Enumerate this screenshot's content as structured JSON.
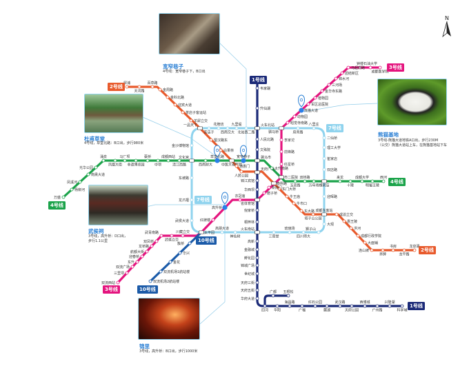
{
  "compass": {
    "north": "N"
  },
  "lines": {
    "l1": {
      "label": "1号线",
      "color": "#1b2a78",
      "stations": [
        "韦家碾",
        "升仙湖",
        "火车北站",
        "人民北路",
        "文殊院",
        "骡马市",
        "天府广场",
        "锦江宾馆",
        "华西坝",
        "省体育馆",
        "倪家桥",
        "桐梓林",
        "火车南站",
        "高新",
        "金融城",
        "孵化园",
        "锦城广场",
        "世纪城",
        "天府三街",
        "天府五街",
        "华府大道",
        "四河",
        "华阳",
        "海昌路",
        "广福",
        "红石公园",
        "麓湖",
        "武汉路",
        "天府公园",
        "西博城",
        "广州路",
        "兴隆湖",
        "科学城",
        "广都",
        "五根松"
      ]
    },
    "l2": {
      "label": "2号线",
      "color": "#e85a2c",
      "stations": [
        "犀浦",
        "天河路",
        "百草路",
        "金周路",
        "金科北路",
        "迎宾大道",
        "茶店子客运站",
        "羊犀立交",
        "一品天下",
        "蜀汉路东",
        "白果林",
        "中医大省医院",
        "通惠门",
        "人民公园",
        "天府广场",
        "春熙路",
        "东门大桥",
        "牛王庙",
        "牛市口",
        "东大路",
        "塔子山公园",
        "成都东客站",
        "成渝立交",
        "惠王陵",
        "洪河",
        "成都行政学院",
        "大面铺",
        "连山坡",
        "界牌",
        "书房",
        "龙平路",
        "龙泉驿"
      ]
    },
    "l3": {
      "label": "3号线",
      "color": "#e4147e",
      "stations": [
        "成都医学院",
        "石油大学",
        "钟楼",
        "马超西路",
        "团结新区",
        "锦水河",
        "三河场",
        "金华寺东路",
        "植物园",
        "军区总医院",
        "熊猫大道",
        "动物园",
        "昭觉寺南路",
        "驷马桥",
        "李家沱",
        "前锋路",
        "红星桥",
        "市二医院",
        "春熙路",
        "新南门",
        "磨子桥",
        "省体育馆",
        "衣冠庙",
        "高升桥",
        "红牌楼",
        "太平园",
        "川藏立交",
        "武侯立交",
        "武青南路",
        "双凤桥",
        "龙桥路",
        "航都大街",
        "迎春桥",
        "东升",
        "双流广场",
        "三里坝",
        "双流西站"
      ]
    },
    "l4": {
      "label": "4号线",
      "color": "#1ba34a",
      "stations": [
        "万盛",
        "杨柳河",
        "凤溪河",
        "南熏大道",
        "光华公园",
        "涌泉",
        "凤凰大街",
        "马厂坝",
        "非遗博览园",
        "蔡桥",
        "中坝",
        "成都西站",
        "清江西路",
        "文化宫",
        "西南财大",
        "草堂北路",
        "中医大省医院",
        "宽窄巷子",
        "骡马市",
        "太升南路",
        "市二医院",
        "玉双路",
        "双桥路",
        "万年场",
        "槐树店",
        "来龙",
        "十陵",
        "成都大学",
        "明蜀王陵",
        "西河"
      ]
    },
    "l7": {
      "label": "7号线",
      "color": "#8fd3ee",
      "stations": [
        "一品天下",
        "茶店子",
        "花牌坊",
        "西南交大",
        "九里堤",
        "北站西二路",
        "火车北站",
        "驷马桥",
        "府青路",
        "八里庄",
        "二仙桥",
        "理工大学",
        "崔家店",
        "双店路",
        "槐树店",
        "迎晖路",
        "成都东客站",
        "大观",
        "狮子山",
        "四川师大",
        "琉璃场",
        "三官堂",
        "火车南站",
        "神仙树",
        "高朋大道",
        "太平园",
        "武侯大道",
        "龙爪堰",
        "东坡路",
        "文化宫",
        "金沙博物馆"
      ]
    },
    "l10": {
      "label": "10号线",
      "color": "#1a5aa8",
      "stations": [
        "太平园",
        "簇桥",
        "华兴",
        "金花",
        "双流机场1航站楼",
        "双流机场2航站楼"
      ]
    }
  },
  "attractions": {
    "kuanzhai": {
      "title": "宽窄巷子",
      "desc": [
        "4号线：宽窄巷子下，B口出"
      ]
    },
    "dufu": {
      "title": "杜甫草堂",
      "desc": [
        "4号线，草堂北路：B口出，步行980米"
      ]
    },
    "panda": {
      "title": "熊猫基地",
      "desc": [
        "3号线-熊猫大道地铁A口出，步行230M",
        "（公交）熊猫大道站上车，在熊猫基地站下车"
      ]
    },
    "wuhou": {
      "title": "武侯祠",
      "desc": [
        "3号线，高升桥：D口出，",
        "步行1.1公里"
      ]
    },
    "jinli": {
      "title": "锦里",
      "desc": [
        "3号线，高升桥：B口出，步行1000米"
      ]
    }
  }
}
